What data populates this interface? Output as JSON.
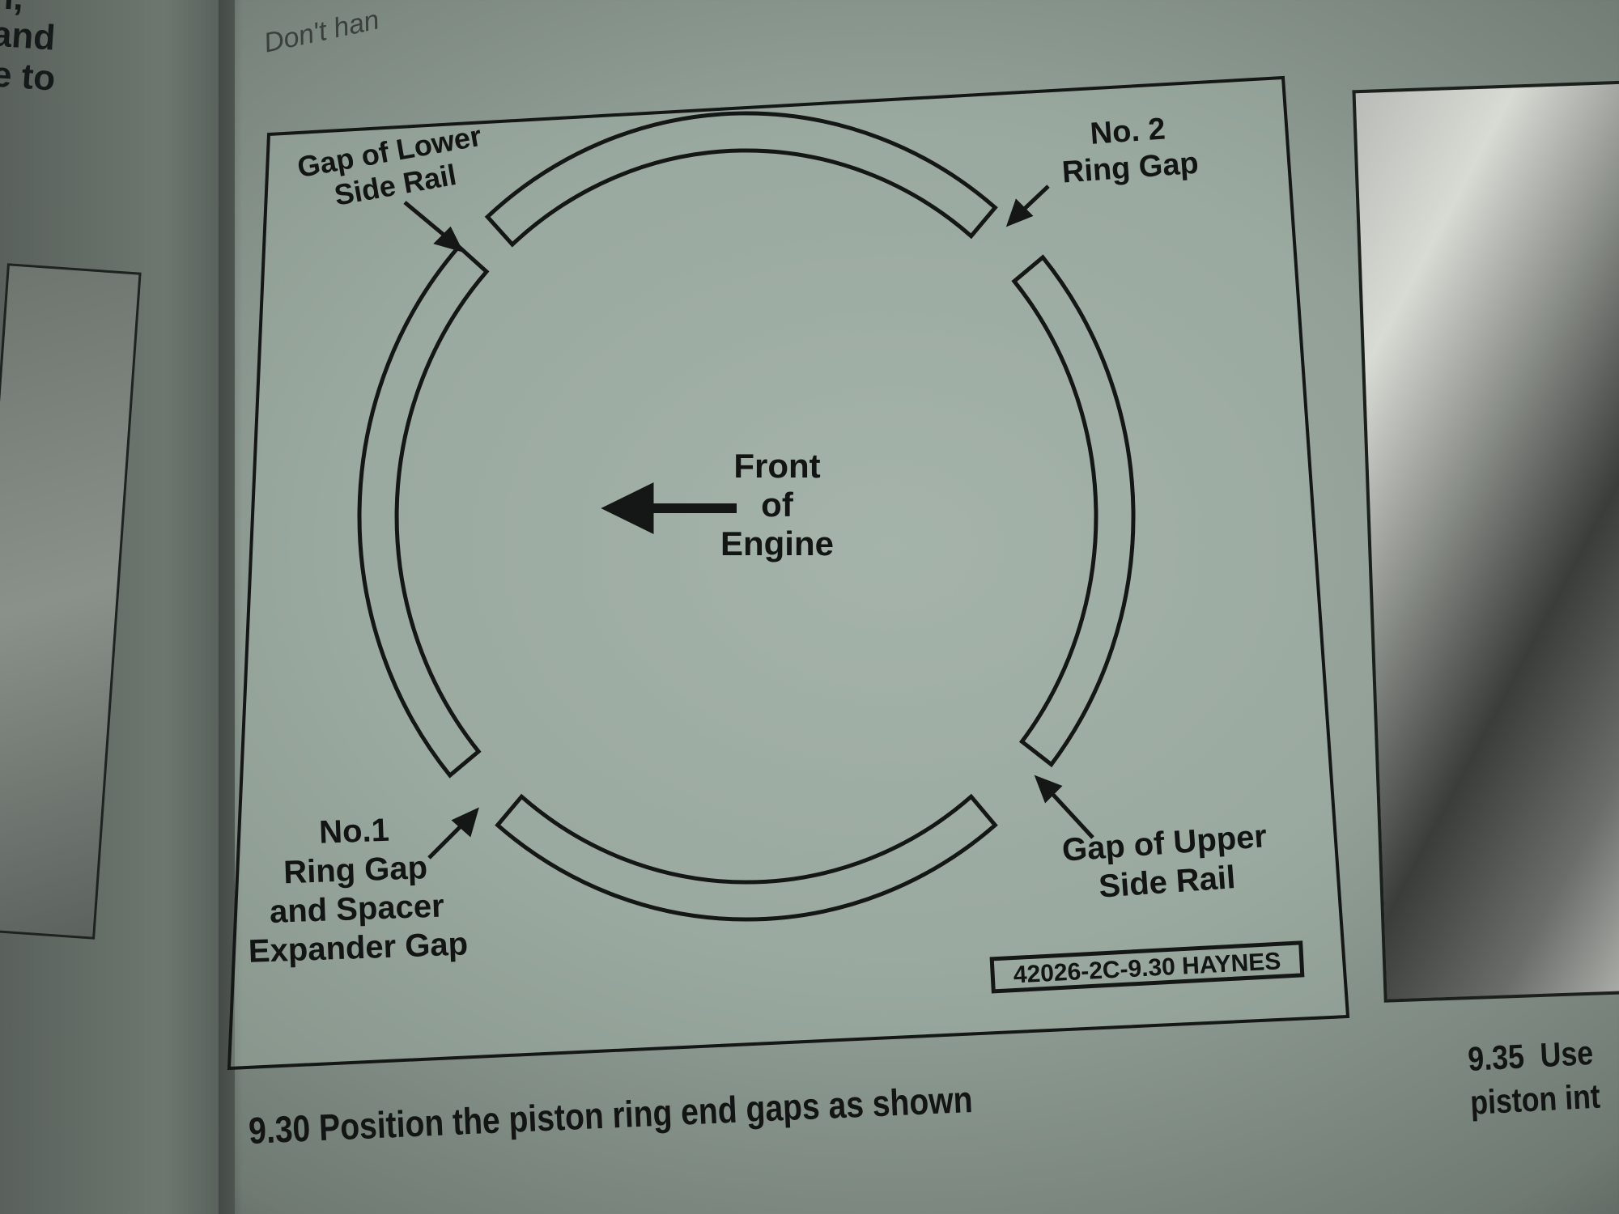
{
  "left_page": {
    "text_lines": [
      "n,",
      "and",
      "e to"
    ]
  },
  "header_fragment": "Don't han",
  "diagram": {
    "labels": {
      "lower_side_rail": [
        "Gap of Lower",
        "Side Rail"
      ],
      "no2_ring_gap": [
        "No. 2",
        "Ring Gap"
      ],
      "front_of_engine": [
        "Front",
        "of",
        "Engine"
      ],
      "no1_ring_gap": [
        "No.1",
        "Ring Gap",
        "and Spacer",
        "Expander Gap"
      ],
      "upper_side_rail": [
        "Gap of Upper",
        "Side Rail"
      ]
    },
    "figure_code": "42026-2C-9.30 HAYNES"
  },
  "caption": {
    "number": "9.30",
    "text": "Position the piston ring end gaps as shown"
  },
  "right_page": {
    "caption_lines": [
      "9.35  Use",
      "piston int"
    ]
  },
  "colors": {
    "ink": "#121514",
    "paper": "#9fada5"
  }
}
